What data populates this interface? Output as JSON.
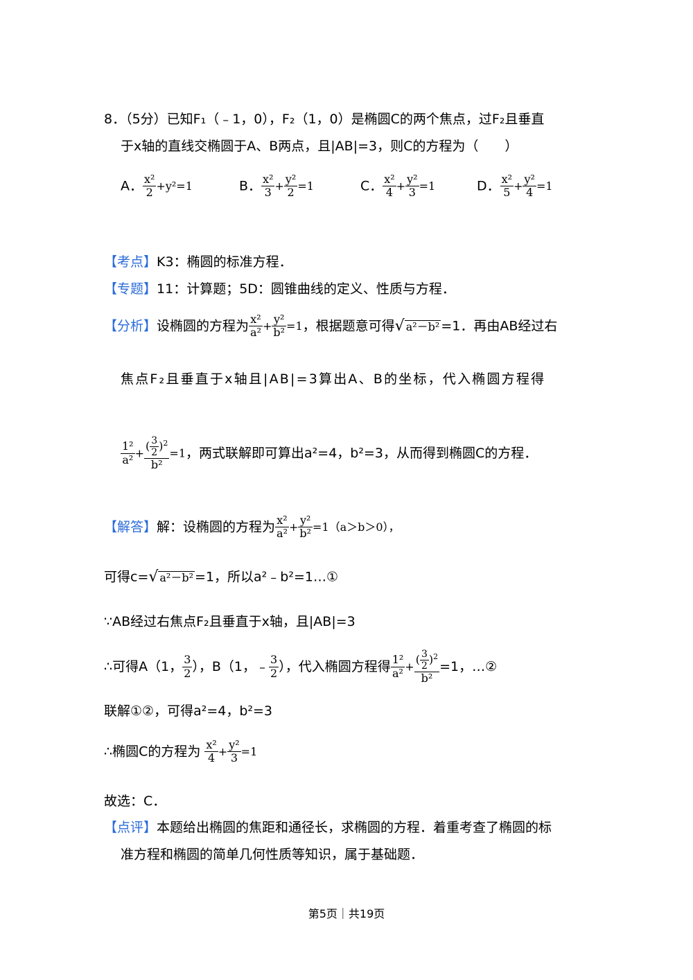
{
  "question": {
    "line1": "8．（5分）已知F₁（﹣1，0），F₂（1，0）是椭圆C的两个焦点，过F₂且垂直",
    "line2": "于x轴的直线交椭圆于A、B两点，且|AB|=3，则C的方程为（　　）",
    "options": [
      {
        "label": "A．",
        "t1n": "x²",
        "t1d": "2",
        "rest": "+y²=1"
      },
      {
        "label": "B．",
        "t1n": "x²",
        "t1d": "3",
        "t2n": "y²",
        "t2d": "2",
        "rest": "=1"
      },
      {
        "label": "C．",
        "t1n": "x²",
        "t1d": "4",
        "t2n": "y²",
        "t2d": "3",
        "rest": "=1"
      },
      {
        "label": "D．",
        "t1n": "x²",
        "t1d": "5",
        "t2n": "y²",
        "t2d": "4",
        "rest": "=1"
      }
    ]
  },
  "kaodian": {
    "tag": "【考点】",
    "text": "K3：椭圆的标准方程．"
  },
  "zhuanti": {
    "tag": "【专题】",
    "text": "11：计算题；5D：圆锥曲线的定义、性质与方程．"
  },
  "fenxi": {
    "tag": "【分析】",
    "p1": "设椭圆的方程为",
    "f1n": "x²",
    "f1d": "a²",
    "f2n": "y²",
    "f2d": "b²",
    "eq1": "=1",
    "p2": "，根据题意可得",
    "sqrt_body": "a²－b²",
    "p3": "=1．再由AB经过右",
    "line2": "焦点F₂且垂直于x轴且|AB|=3算出A、B的坐标，代入椭圆方程得",
    "f3n": "1²",
    "f3d": "a²",
    "f4n_inner": "3",
    "f4n_inner_d": "2",
    "f4n_sup": "2",
    "f4d": "b²",
    "eq2": "=1",
    "p4": "，两式联解即可算出a²=4，b²=3，从而得到椭圆C的方程．"
  },
  "jieda": {
    "tag": "【解答】",
    "p1": "解：设椭圆的方程为",
    "f1n": "x²",
    "f1d": "a²",
    "f2n": "y²",
    "f2d": "b²",
    "eq1": "=1（a＞b＞0），",
    "l2a": "可得c=",
    "l2sqrt": "a²－b²",
    "l2b": "=1，所以a²﹣b²=1…①",
    "l3": "∵AB经过右焦点F₂且垂直于x轴，且|AB|=3",
    "l4a": "∴可得A（1，",
    "l4f1n": "3",
    "l4f1d": "2",
    "l4b": "），B（1，﹣",
    "l4f2n": "3",
    "l4f2d": "2",
    "l4c": "），代入椭圆方程得",
    "l4f3n": "1²",
    "l4f3d": "a²",
    "l4f4n_inner": "3",
    "l4f4n_inner_d": "2",
    "l4f4n_sup": "2",
    "l4f4d": "b²",
    "l4d": "=1，…②",
    "l5": "联解①②，可得a²=4，b²=3",
    "l6a": "∴椭圆C的方程为",
    "l6f1n": "x²",
    "l6f1d": "4",
    "l6f2n": "y²",
    "l6f2d": "3",
    "l6b": "=1",
    "l7": "故选：C．"
  },
  "dianping": {
    "tag": "【点评】",
    "line1": "本题给出椭圆的焦距和通径长，求椭圆的方程．着重考查了椭圆的标",
    "line2": "准方程和椭圆的简单几何性质等知识，属于基础题．"
  },
  "footer": "第5页｜共19页"
}
